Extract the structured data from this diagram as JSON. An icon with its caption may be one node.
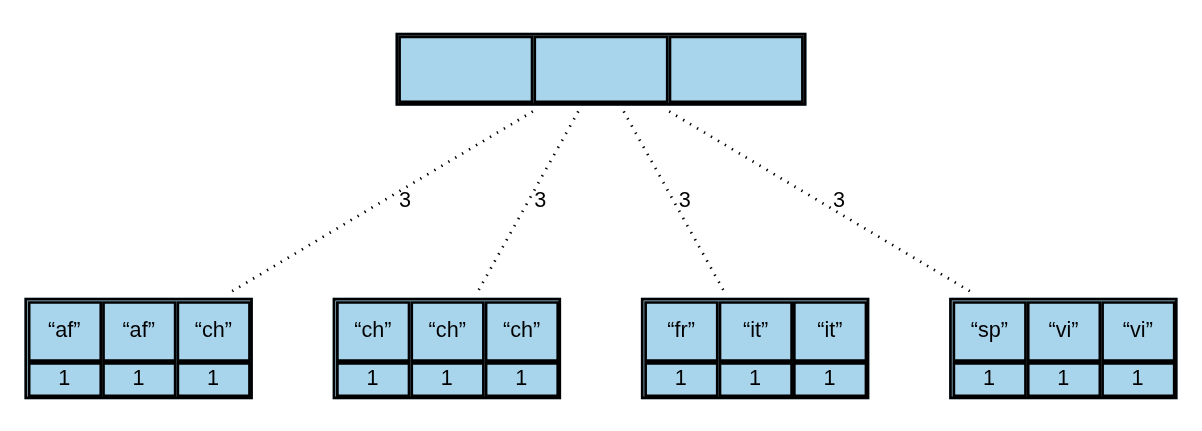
{
  "diagram": {
    "nodes": [
      {
        "text": [],
        "shape": "box"
      },
      {
        "text": [
          "“af”",
          "“af”",
          "“ch”",
          "1",
          "1",
          "1"
        ]
      },
      {
        "text": [
          "“ch”",
          "“ch”",
          "“ch”",
          "1",
          "1",
          "1"
        ]
      },
      {
        "text": [
          "“fr”",
          "“it”",
          "“it”",
          "1",
          "1",
          "1"
        ]
      },
      {
        "text": [
          "“sp”",
          "“vi”",
          "“vi”",
          "1",
          "1",
          "1"
        ]
      }
    ],
    "edges": [
      {
        "from": 0,
        "to": 1,
        "arrow": "none",
        "label": "3",
        "style": "dashed"
      },
      {
        "from": 0,
        "to": 2,
        "arrow": "none",
        "label": "3",
        "style": "dashed"
      },
      {
        "from": 0,
        "to": 3,
        "arrow": "none",
        "label": "3",
        "style": "dashed"
      },
      {
        "from": 0,
        "to": 4,
        "arrow": "none",
        "label": "3",
        "style": "dashed"
      }
    ]
  }
}
